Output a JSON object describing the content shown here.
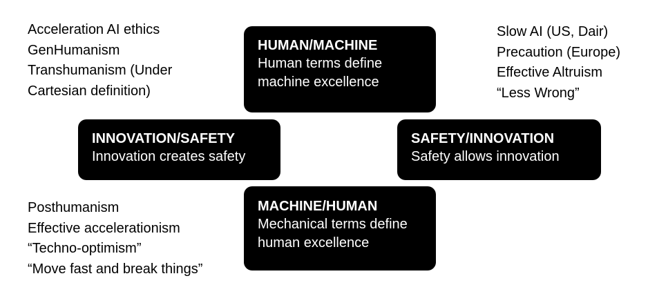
{
  "boxes": {
    "top": {
      "title": "HUMAN/MACHINE",
      "desc_lines": [
        "Human terms define",
        "machine excellence"
      ]
    },
    "left": {
      "title": "INNOVATION/SAFETY",
      "desc_lines": [
        "Innovation creates safety"
      ]
    },
    "right": {
      "title": "SAFETY/INNOVATION",
      "desc_lines": [
        "Safety allows innovation"
      ]
    },
    "bottom": {
      "title": "MACHINE/HUMAN",
      "desc_lines": [
        "Mechanical terms define",
        "human excellence"
      ]
    }
  },
  "notes": {
    "top_left": [
      "Acceleration AI ethics",
      "GenHumanism",
      "Transhumanism (Under",
      "Cartesian definition)"
    ],
    "top_right": [
      "Slow AI (US, Dair)",
      "Precaution (Europe)",
      "Effective Altruism",
      "“Less Wrong”"
    ],
    "bottom_left": [
      "Posthumanism",
      "Effective accelerationism",
      "“Techno-optimism”",
      "“Move fast and break things”"
    ]
  },
  "colors": {
    "box_background": "#000000",
    "box_text": "#ffffff",
    "note_text": "#000000",
    "page_background": "#ffffff"
  }
}
